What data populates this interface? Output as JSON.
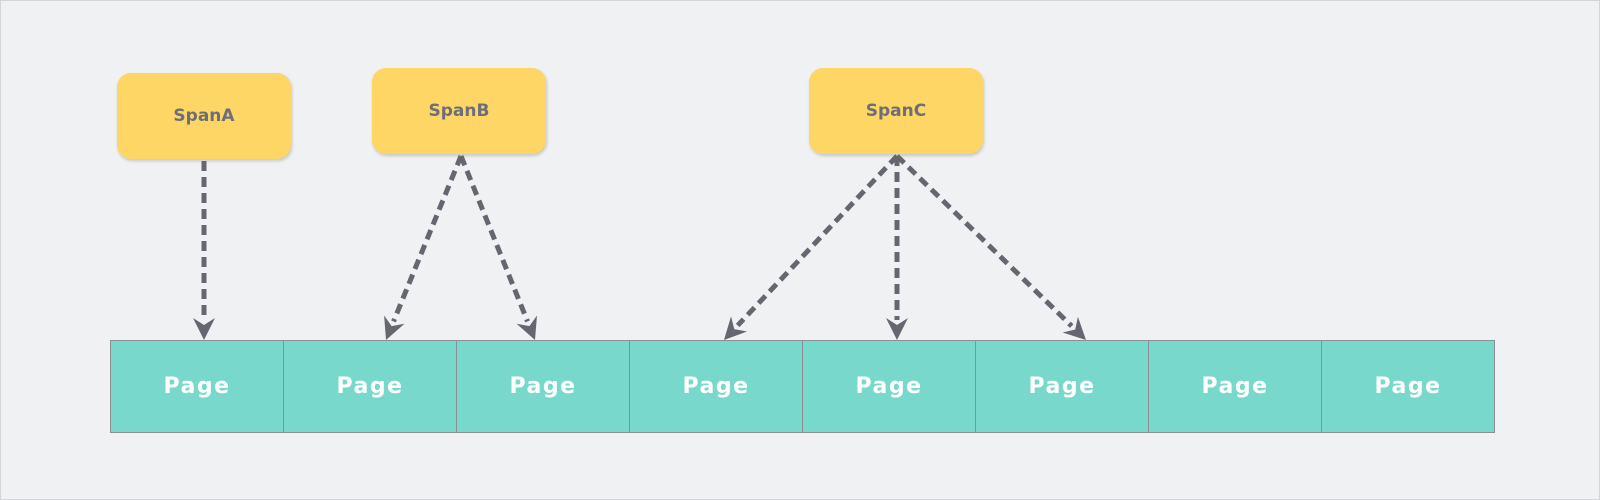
{
  "spans": [
    {
      "label": "SpanA",
      "targets": [
        0
      ]
    },
    {
      "label": "SpanB",
      "targets": [
        1,
        2
      ]
    },
    {
      "label": "SpanC",
      "targets": [
        3,
        4,
        5
      ]
    }
  ],
  "pages": [
    "Page",
    "Page",
    "Page",
    "Page",
    "Page",
    "Page",
    "Page",
    "Page"
  ],
  "colors": {
    "background": "#f0f1f3",
    "span_fill": "#fdd666",
    "span_text": "#6e6e78",
    "page_fill": "#79d8cc",
    "page_text": "#ffffff",
    "arrow": "#666670"
  }
}
